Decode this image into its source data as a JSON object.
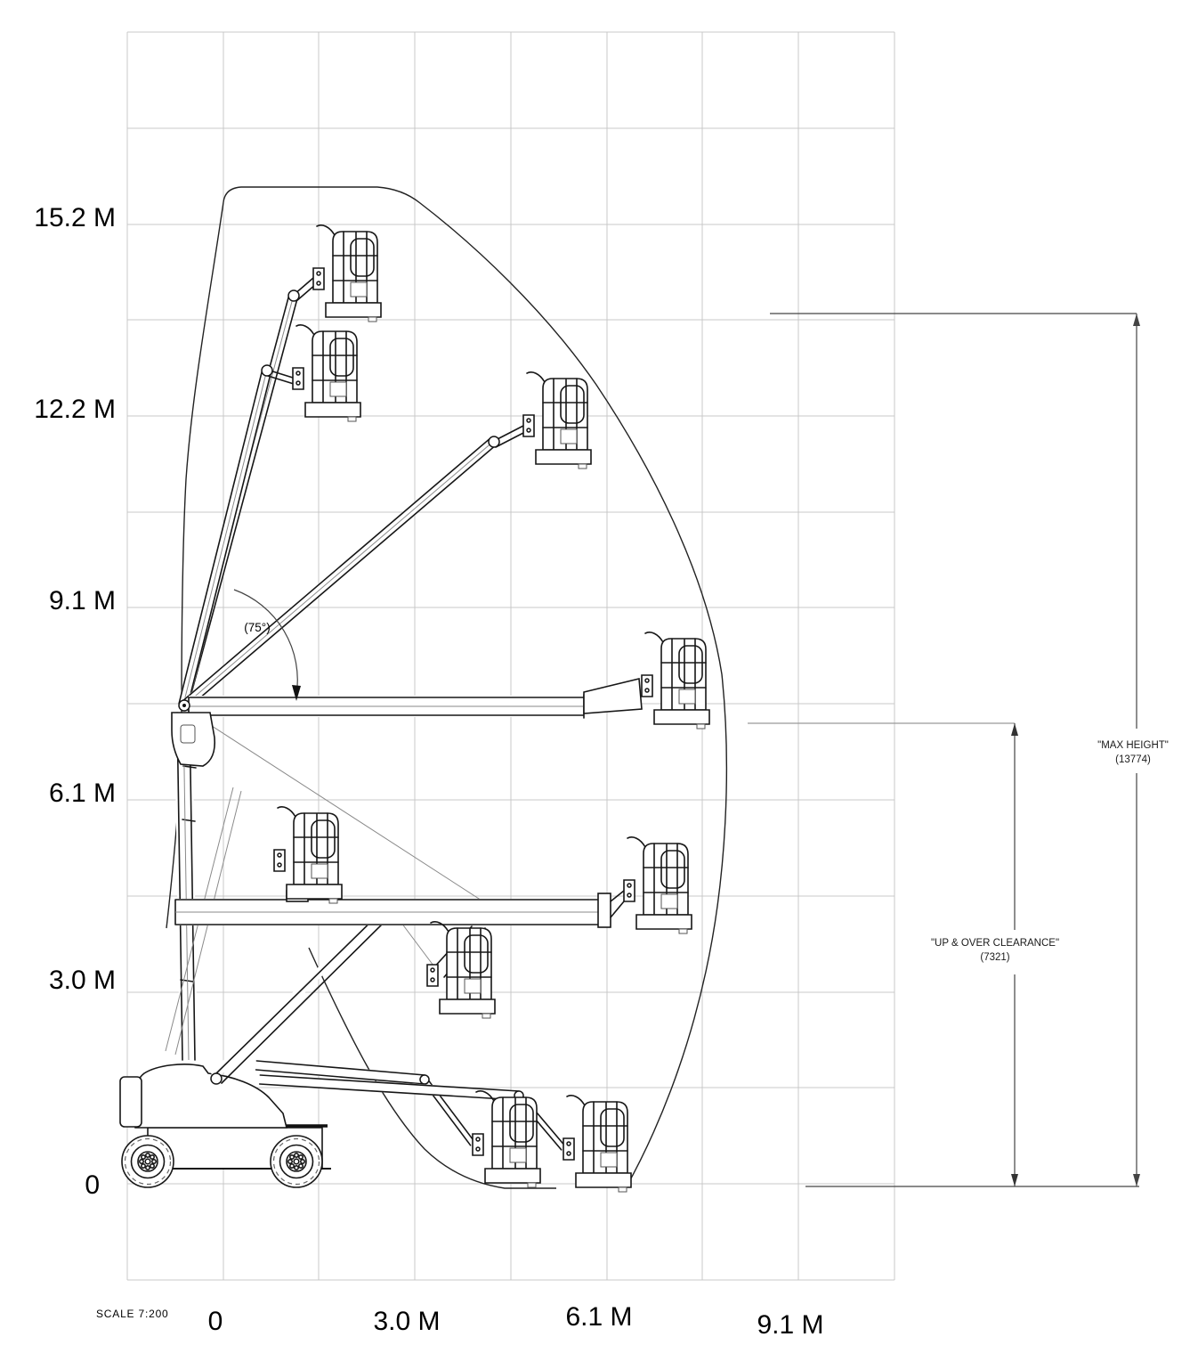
{
  "axes": {
    "y_labels": [
      "15.2 M",
      "12.2 M",
      "9.1 M",
      "6.1 M",
      "3.0 M",
      "0"
    ],
    "x_labels": [
      "0",
      "3.0 M",
      "6.1 M",
      "9.1 M"
    ]
  },
  "annotations": {
    "scale_label": "SCALE  7:200",
    "boom_angle": "(75°)"
  },
  "dimensions": {
    "max_height": {
      "label": "\"MAX HEIGHT\"",
      "value": "(13774)"
    },
    "up_and_over_clearance": {
      "label": "\"UP & OVER CLEARANCE\"",
      "value": "(7321)"
    }
  },
  "colors": {
    "background": "#ffffff",
    "grid": "#c9c9c9",
    "linework": "#161616",
    "secondary_linework": "#8a8a8a",
    "dimension_lines": "#444444"
  }
}
